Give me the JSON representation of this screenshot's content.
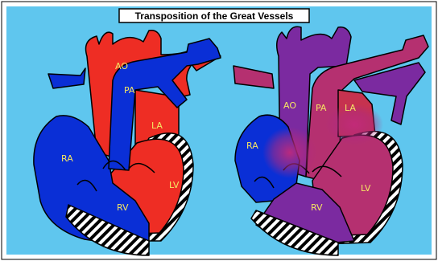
{
  "title": "Transposition of the Great Vessels",
  "colors": {
    "background": "#5fc6ee",
    "oxygenated": "#ee2d24",
    "deoxygenated": "#0a2fd6",
    "mixed_purple": "#7b2aa0",
    "mixed_magenta": "#b53070",
    "mixed_red": "#c6324f",
    "label": "#f5e663"
  },
  "left_heart": {
    "labels": {
      "ao": "AO",
      "pa": "PA",
      "ra": "RA",
      "la": "LA",
      "rv": "RV",
      "lv": "LV"
    }
  },
  "right_heart": {
    "labels": {
      "ao": "AO",
      "pa": "PA",
      "ra": "RA",
      "la": "LA",
      "rv": "RV",
      "lv": "LV"
    }
  }
}
